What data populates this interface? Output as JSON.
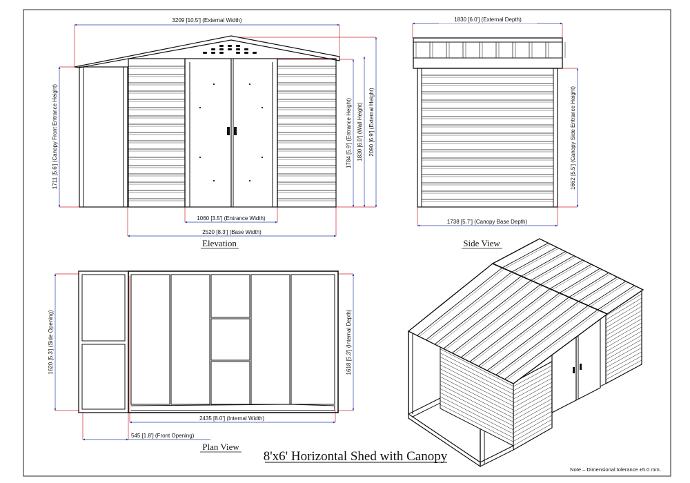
{
  "elevation": {
    "title": "Elevation",
    "external_width": "3209 [10.5']  (External Width)",
    "entrance_width": "1060 [3.5'] (Entrance Width)",
    "base_width": "2520 [8.3'] (Base Width)",
    "canopy_front_height": "1711 [5.6'] (Canopy Front Entrance Height)",
    "entrance_height": "1784 [5.9'] (Entrance Height)",
    "wall_height": "1830 [6.0'] (Wall Height)",
    "external_height": "2090 [6.9'] (External Height)"
  },
  "side_view": {
    "title": "Side View",
    "external_depth": "1830 [6.0']  (External Depth)",
    "canopy_side_height": "1662 [5.5'] (Canopy Side Entrance Height)",
    "canopy_base_depth": "1738 [5.7'] (Canopy Base Depth)"
  },
  "plan_view": {
    "title": "Plan View",
    "side_opening": "1620 [5.3'] (Side Opening)",
    "internal_depth": "1618 [5.3'] (Internal Depth)",
    "internal_width": "2435 [8.0'] (Internal Width)",
    "front_opening": "545 [1.8'] (Front Opening)"
  },
  "main_title": "8'x6'  Horizontal Shed with Canopy",
  "note": "Note  –  Dimensional tolerance  ±5.0 mm."
}
